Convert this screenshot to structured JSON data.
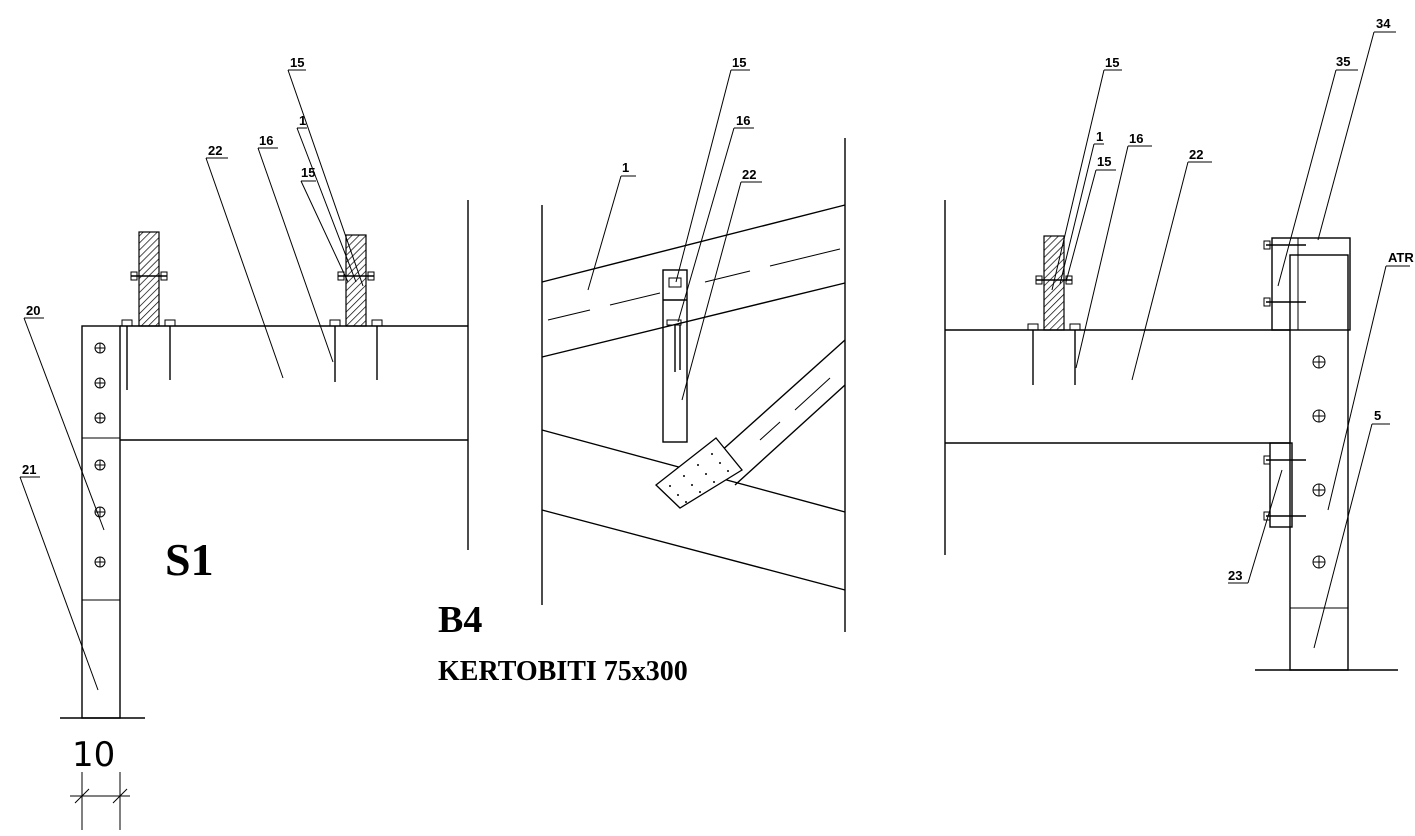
{
  "drawing": {
    "section_s1": "S1",
    "section_b4": "B4",
    "material": "KERTOBITI 75x300",
    "dimension": "10"
  },
  "labels": {
    "l15": "15",
    "l1": "1",
    "l22": "22",
    "l16": "16",
    "l20": "20",
    "l21": "21",
    "l35": "35",
    "l34": "34",
    "ltr": "ATR",
    "l5": "5",
    "l23": "23"
  }
}
